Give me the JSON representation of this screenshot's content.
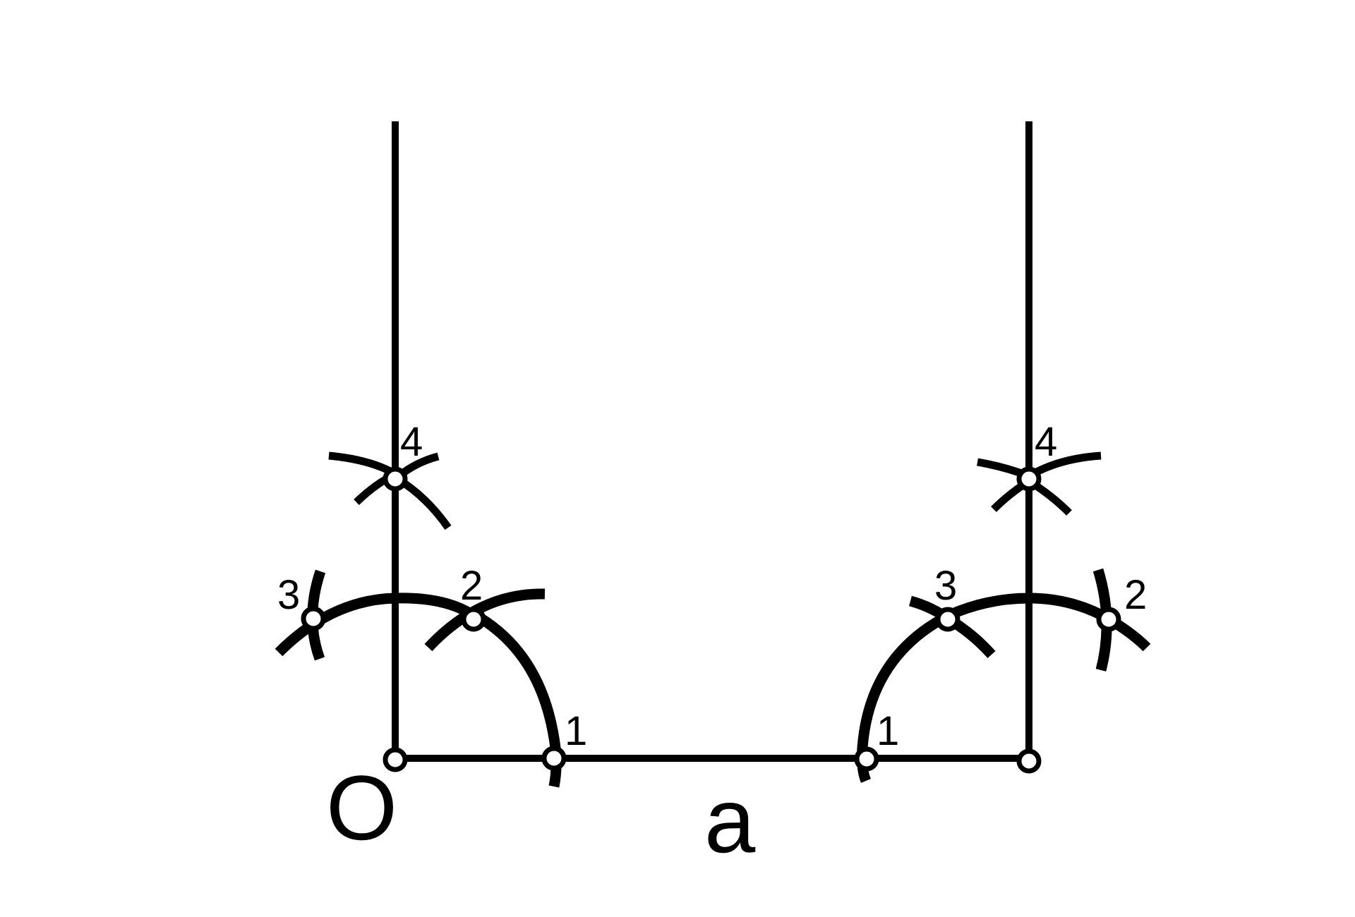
{
  "labels": {
    "origin": "O",
    "segment": "a",
    "left": {
      "p1": "1",
      "p2": "2",
      "p3": "3",
      "p4": "4"
    },
    "right": {
      "p1": "1",
      "p2": "2",
      "p3": "3",
      "p4": "4"
    }
  },
  "colors": {
    "stroke": "#000000",
    "background": "#ffffff",
    "point_fill": "#ffffff"
  }
}
